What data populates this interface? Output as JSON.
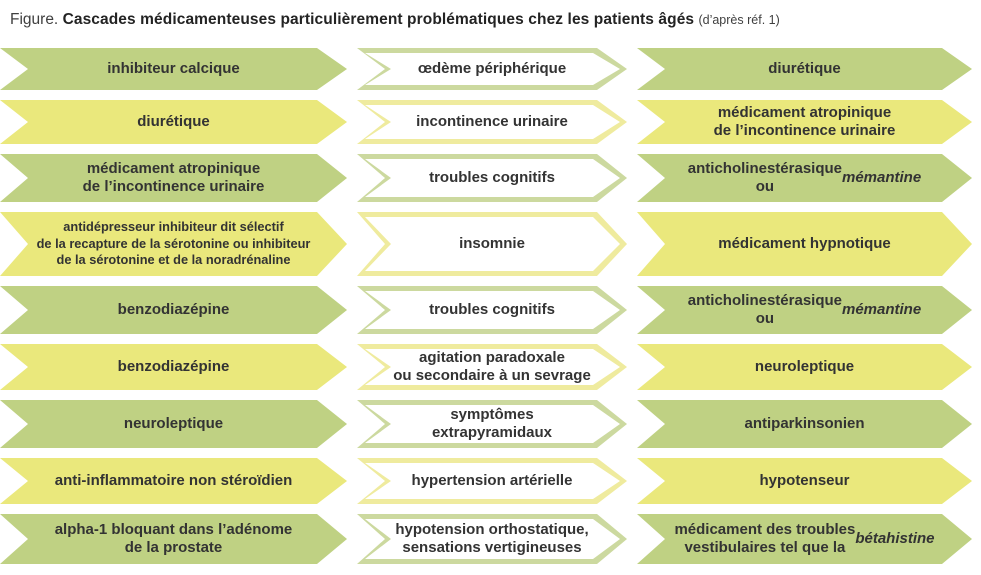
{
  "title": {
    "prefix": "Figure.",
    "main": "Cascades médicamenteuses particulièrement problématiques chez les patients âgés",
    "suffix": "(d’après réf. 1)"
  },
  "colors": {
    "green": "#bfd183",
    "green_outline": "#ccd99f",
    "yellow": "#eae87c",
    "yellow_outline": "#efeb9e",
    "label_text": "#333333"
  },
  "rows": [
    {
      "theme": "green",
      "cause": "inhibiteur calcique",
      "effect": "œdème périphérique",
      "treatment": "diurétique"
    },
    {
      "theme": "yellow",
      "cause": "diurétique",
      "effect": "incontinence urinaire",
      "treatment": "médicament atropinique\nde l’incontinence urinaire"
    },
    {
      "theme": "green",
      "cause": "médicament atropinique\nde l’incontinence urinaire",
      "effect": "troubles cognitifs",
      "treatment": "anticholinestérasique\nou mémantine",
      "treatment_em": "mémantine"
    },
    {
      "theme": "yellow",
      "cause": "antidépresseur inhibiteur dit sélectif\nde la recapture de la sérotonine ou inhibiteur\nde la sérotonine et de la noradrénaline",
      "effect": "insomnie",
      "treatment": "médicament hypnotique"
    },
    {
      "theme": "green",
      "cause": "benzodiazépine",
      "effect": "troubles cognitifs",
      "treatment": "anticholinestérasique\nou mémantine",
      "treatment_em": "mémantine"
    },
    {
      "theme": "yellow",
      "cause": "benzodiazépine",
      "effect": "agitation paradoxale\nou secondaire à un sevrage",
      "treatment": "neuroleptique"
    },
    {
      "theme": "green",
      "cause": "neuroleptique",
      "effect": "symptômes extrapyramidaux",
      "treatment": "antiparkinsonien"
    },
    {
      "theme": "yellow",
      "cause": "anti-inflammatoire non stéroïdien",
      "effect": "hypertension artérielle",
      "treatment": "hypotenseur"
    },
    {
      "theme": "green",
      "cause": "alpha-1 bloquant dans l’adénome\nde la prostate",
      "effect": "hypotension orthostatique,\nsensations vertigineuses",
      "treatment": "médicament des troubles\nvestibulaires tel que la bétahistine",
      "treatment_em": "bétahistine"
    }
  ]
}
